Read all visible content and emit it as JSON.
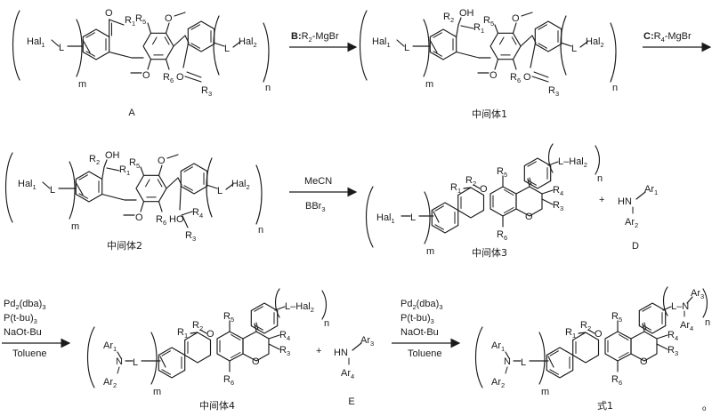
{
  "document": {
    "type": "chemical-reaction-scheme",
    "language": "zh-CN",
    "page_marker": "o"
  },
  "labels": {
    "hal1": "Hal",
    "hal1_sub": "1",
    "hal2": "Hal",
    "hal2_sub": "2",
    "L": "L",
    "m": "m",
    "n": "n",
    "O": "O",
    "OH": "OH",
    "HO": "HO",
    "HN": "HN",
    "N": "N",
    "plus": "+",
    "R1": "R",
    "R1s": "1",
    "R2": "R",
    "R2s": "2",
    "R3": "R",
    "R3s": "3",
    "R4": "R",
    "R4s": "4",
    "R5": "R",
    "R5s": "5",
    "R6": "R",
    "R6s": "6",
    "Ar1": "Ar",
    "Ar1s": "1",
    "Ar2": "Ar",
    "Ar2s": "2",
    "Ar3": "Ar",
    "Ar3s": "3",
    "Ar4": "Ar",
    "Ar4s": "4"
  },
  "compounds": [
    {
      "id": "A",
      "caption": "A",
      "row": 1,
      "position": "left"
    },
    {
      "id": "INT1",
      "caption": "中间体1",
      "row": 1,
      "position": "right"
    },
    {
      "id": "INT2",
      "caption": "中间体2",
      "row": 2,
      "position": "left"
    },
    {
      "id": "INT3",
      "caption": "中间体3",
      "row": 2,
      "position": "right"
    },
    {
      "id": "D",
      "caption": "D",
      "row": 2,
      "position": "far-right"
    },
    {
      "id": "INT4",
      "caption": "中间体4",
      "row": 3,
      "position": "left"
    },
    {
      "id": "E",
      "caption": "E",
      "row": 3,
      "position": "middle"
    },
    {
      "id": "FORMULA1",
      "caption": "式1",
      "row": 3,
      "position": "right"
    }
  ],
  "reactions": [
    {
      "id": "step1",
      "above": "B:R2-MgBr",
      "reagent_bold": "B:",
      "reagent_rest": "R",
      "reagent_sub": "2",
      "reagent_tail": "-MgBr",
      "below": "",
      "from": "A",
      "to": "中间体1"
    },
    {
      "id": "step2",
      "above": "C:R4-MgBr",
      "reagent_bold": "C:",
      "reagent_rest": "R",
      "reagent_sub": "4",
      "reagent_tail": "-MgBr",
      "below": "",
      "from": "中间体1",
      "to": "中间体2"
    },
    {
      "id": "step3",
      "above": "MeCN",
      "below": "BBr3",
      "below_main": "BBr",
      "below_sub": "3",
      "from": "中间体2",
      "to": "中间体3"
    },
    {
      "id": "step4",
      "lines": [
        "Pd2(dba)3",
        "P(t-bu)3",
        "NaOt-Bu"
      ],
      "line1_main": "Pd",
      "line1_sub1": "2",
      "line1_mid": "(dba)",
      "line1_sub2": "3",
      "line2_main": "P(t-bu)",
      "line2_sub": "3",
      "line3": "NaOt-Bu",
      "below": "Toluene",
      "from": "中间体3 + D",
      "to": "中间体4"
    },
    {
      "id": "step5",
      "lines": [
        "Pd2(dba)3",
        "P(t-bu)3",
        "NaOt-Bu"
      ],
      "line1_main": "Pd",
      "line1_sub1": "2",
      "line1_mid": "(dba)",
      "line1_sub2": "3",
      "line2_main": "P(t-bu)",
      "line2_sub": "3",
      "line3": "NaOt-Bu",
      "below": "Toluene",
      "from": "中间体4 + E",
      "to": "式1"
    }
  ],
  "colors": {
    "ink": "#1a1a1a",
    "background": "#ffffff"
  }
}
